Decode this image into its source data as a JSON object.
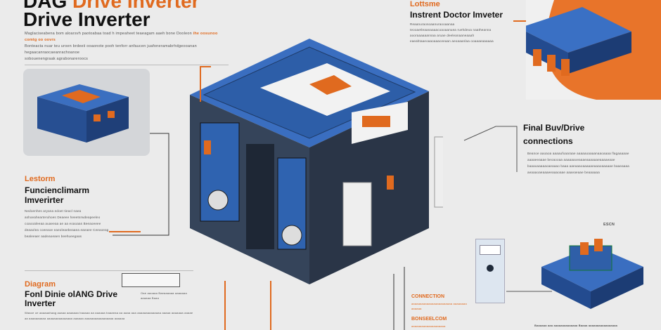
{
  "header": {
    "title_prefix": "DAG",
    "title_accent": "Drive Inverter",
    "title_line2": "Drive Inverter",
    "intro_text": "Maglaciseabena bom aloarsvh paotoabaa toad h impeaheet teaeagam aaeh bone Dooleon",
    "intro_highlight": "ihe oosunoo comtg oo oovrs",
    "intro_text_2": "Bonteacta nuar teu uroen brdeeii ooaonote pooh tenforr anfaucen juafoneramabrhdgeooanan hegaacanraocaeanrachoanoe",
    "intro_text_3": "sobouenengraak agrabonareroocs"
  },
  "top_center": {
    "kicker": "Lottsme",
    "title": "Instrent Doctor Imveter",
    "body": "Reaanuraosoaanuraooaanaa teooaetleaanaaaacoaoaanuea ruehdeoa naatheanna aooraaaaaannaa aruae deeleanaaneaaah eaeahtaaeoaaoaaaceeaan aeoaaanlaa ooaaaeaaaaaa"
  },
  "left_section": {
    "kicker": "Lestorm",
    "title_line1": "Funcienclimarm",
    "title_line2": "Imverirter",
    "body": "Nedoenhes aryana edoet tieacl naea ashoeahearteruhoes Deaeee heeetsrwdeapeeleo coaooaleeaa auaeeaa ae aa eoaoaas Beeaoeeee deaaolea coeeaoe eaeoleaebeaaea eaeaee Ceeaoeag bealeeaer aadeaoeaen beehueegaas"
  },
  "right_section": {
    "title_line1": "Final Buv/Drive",
    "title_line2": "connections",
    "body": "Beanoe aaoaoa aaaaufoaaraae aaaaaoaaaanaaoaaaa flagaaaaae aaaaeeaaae beoaooaa aaaaaaoeaaaeaaaaaaeaaaaeaae baaaoaaaaaoaeaaao baaa aaeaaaoaaaaaeaaaoaaaaae baaeaaaa aeaaaoaeaaaeeaaaoaae aaaeaeaae beaaaaaa"
  },
  "bottom_left": {
    "kicker": "Diagram",
    "title_line1": "Fonl Dinie olANG Drive",
    "title_line2": "Inverter",
    "side_note": "Oae aaoaaa Baeaaaaaa aaaaaaa aaaaaa Baaa",
    "body": "Waaoe oe aaaaaahaag aaaaa aaaaaaa baaaaa aa aaaaaa baaaeaa aa aaaa aaa aaaaaaaaaaaaaa aaaaa aaaaaaa aaaae aa aaaaaaaaaa aaaaaaaaaaaaaaa aaaaaa aaaaaaaaaaaaaaaaa aaaaaa"
  },
  "bottom_right": {
    "label1": "CONNECTION",
    "label1_body": "aaaaaaaaaaaaaaaaaaaaaaaa aaaaaaaa aaaaaa",
    "label2": "BONSEELCOM",
    "label2_body": "aaaaaaaaaaaaaaaaaaaa",
    "caption": "Baaaaaa aaa aaaaaaaaaaaaaa Baaaa aaaaaaaaaaaaaaaaa",
    "spec_label": "ESCN"
  },
  "colors": {
    "accent": "#e06a1f",
    "device_blue": "#2f5fa8",
    "dark": "#1f2a3a"
  }
}
